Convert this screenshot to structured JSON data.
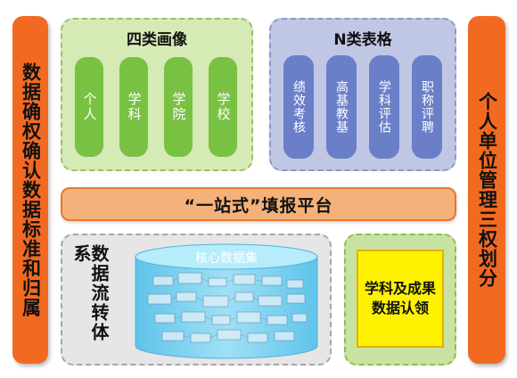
{
  "left_bar": {
    "text": "数据确权确认数据标准和归属"
  },
  "right_bar": {
    "text": "个人单位管理三权划分"
  },
  "portrait_panel": {
    "title": "四类画像",
    "items": [
      "个人",
      "学科",
      "学院",
      "学校"
    ]
  },
  "table_panel": {
    "title": "N类表格",
    "items": [
      "绩效考核",
      "高基教基",
      "学科评估",
      "职称评聘"
    ]
  },
  "platform": {
    "text": "“一站式”填报平台"
  },
  "flow_panel": {
    "label": "数据流转体系",
    "db_label": "核心数据集"
  },
  "claim": {
    "line1": "学科及成果",
    "line2": "数据认领"
  },
  "colors": {
    "side_bar": "#f26a21",
    "green_panel": "#d6eab6",
    "green_pill": "#79c142",
    "blue_panel": "#bfc7e4",
    "blue_pill": "#6a7fc8",
    "platform": "#f4b27a",
    "claim_box": "#fff200",
    "cylinder": "#7fd3f0"
  }
}
